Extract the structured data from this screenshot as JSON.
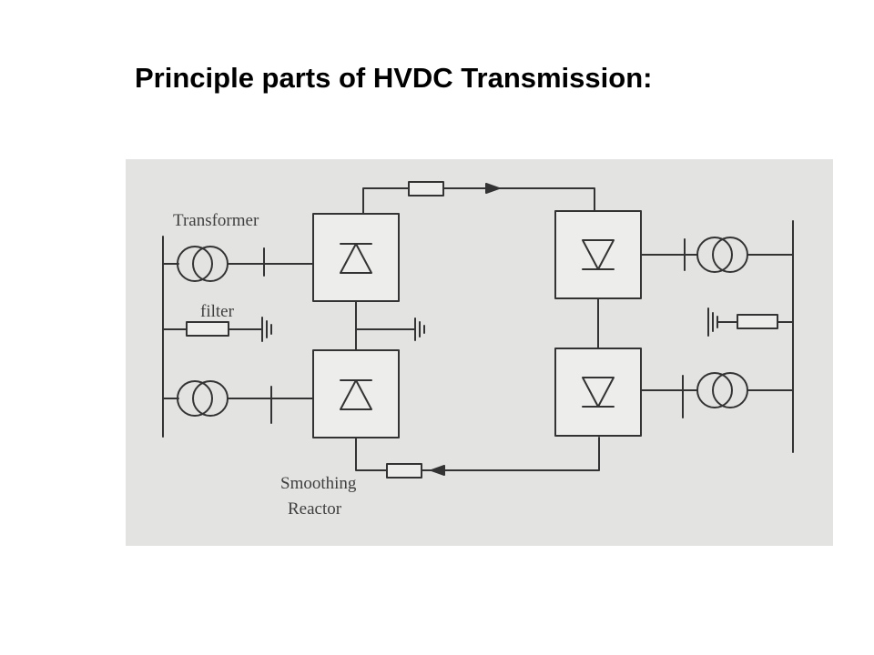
{
  "slide": {
    "title": "Principle parts of HVDC Transmission:"
  },
  "diagram": {
    "labels": {
      "transformer": "Transformer",
      "filter": "filter",
      "smoothing": "Smoothing",
      "reactor": "Reactor"
    },
    "colors": {
      "background": "#e3e4e2",
      "line": "#333333",
      "block_fill": "#ededeb"
    }
  }
}
